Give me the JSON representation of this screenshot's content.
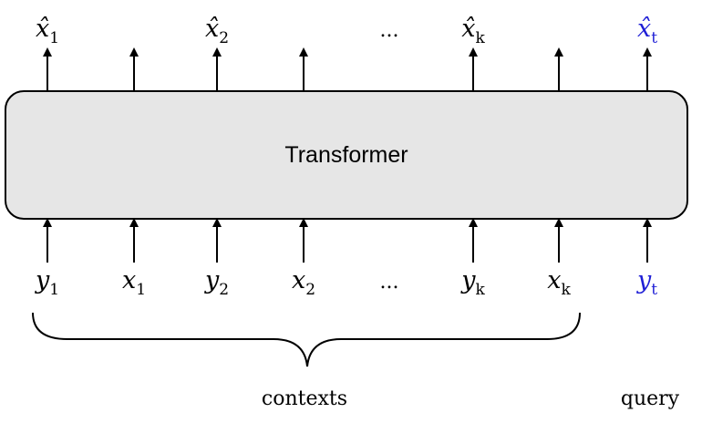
{
  "block": {
    "label": "Transformer",
    "fill": "#e6e6e6"
  },
  "query_color": "#1f1fd6",
  "outputs": [
    {
      "var": "x̂",
      "sub": "1",
      "kind": "var"
    },
    {
      "kind": "blank"
    },
    {
      "var": "x̂",
      "sub": "2",
      "kind": "var"
    },
    {
      "kind": "blank"
    },
    {
      "text": "...",
      "kind": "dots"
    },
    {
      "var": "x̂",
      "sub": "k",
      "kind": "var"
    },
    {
      "kind": "blank"
    },
    {
      "var": "x̂",
      "sub": "t",
      "kind": "var",
      "query": true
    }
  ],
  "inputs": [
    {
      "var": "y",
      "sub": "1",
      "kind": "var"
    },
    {
      "var": "x",
      "sub": "1",
      "kind": "var"
    },
    {
      "var": "y",
      "sub": "2",
      "kind": "var"
    },
    {
      "var": "x",
      "sub": "2",
      "kind": "var"
    },
    {
      "text": "...",
      "kind": "dots"
    },
    {
      "var": "y",
      "sub": "k",
      "kind": "var"
    },
    {
      "var": "x",
      "sub": "k",
      "kind": "var"
    },
    {
      "var": "y",
      "sub": "t",
      "kind": "var",
      "query": true
    }
  ],
  "brace_label": "contexts",
  "query_label": "query"
}
